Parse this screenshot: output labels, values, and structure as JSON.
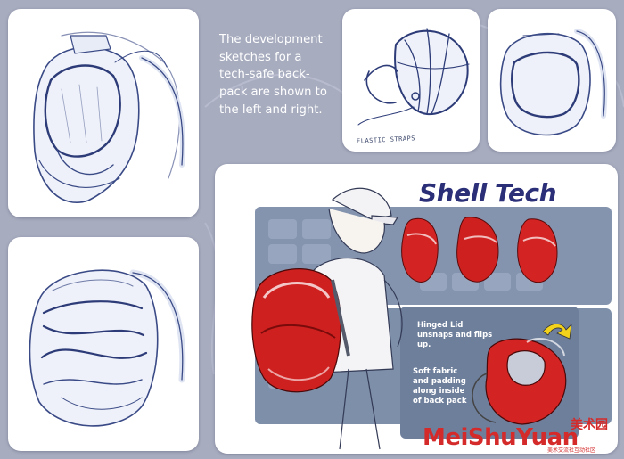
{
  "caption": "The development sketches for a tech-safe back-pack are shown to the left and right.",
  "sketch_note": "ELASTIC STRAPS",
  "panel": {
    "title": "Shell Tech",
    "label_lid": "Hinged Lid unsnaps and flips up.",
    "label_fabric": "Soft fabric and padding along inside of back pack"
  },
  "watermark": {
    "brand": "MeiShuYuan",
    "cn": "美术园",
    "sub": "美术交流社互动社区"
  },
  "colors": {
    "background": "#a7acbf",
    "card": "#ffffff",
    "sketch_ink": "#3a4a86",
    "shell_red": "#d42323",
    "title_blue": "#2a2f78",
    "panel_blue": "#7e8fa9"
  }
}
